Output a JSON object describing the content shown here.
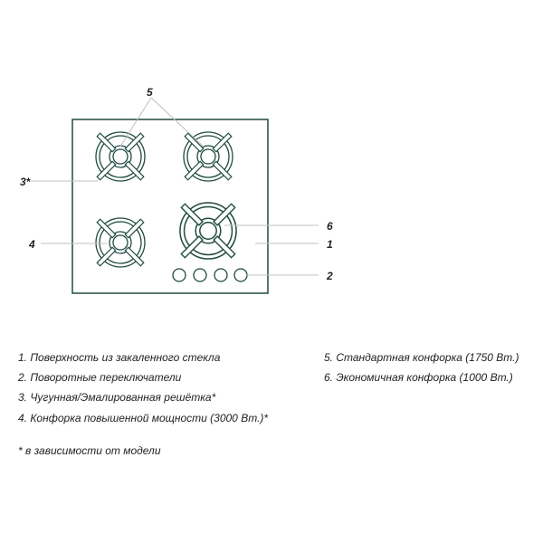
{
  "callouts": {
    "c1": "1",
    "c2": "2",
    "c3": "3*",
    "c4": "4",
    "c5": "5",
    "c6": "6"
  },
  "legend": {
    "left": [
      "1. Поверхность из закаленного стекла",
      "2. Поворотные переключатели",
      "3. Чугунная/Эмалированная решётка*",
      "4. Конфорка повышенной мощности (3000 Вт.)*"
    ],
    "right": [
      "5. Стандартная конфорка (1750 Вт.)",
      "6. Экономичная конфорка (1000 Вт.)"
    ],
    "footnote": "* в зависимости от модели"
  },
  "colors": {
    "hob_outline": "#1f4a40",
    "line": "#c0c0c0",
    "text": "#222222"
  }
}
